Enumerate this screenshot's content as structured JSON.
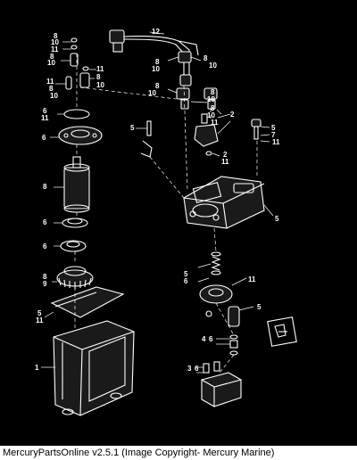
{
  "caption": "MercuryPartsOnline v2.5.1 (Image Copyright- Mercury Marine)",
  "callouts": [
    "1",
    "2",
    "3",
    "4",
    "5",
    "6",
    "7",
    "8",
    "9",
    "10",
    "11",
    "12"
  ],
  "labels": [
    {
      "id": "l12",
      "text": "12"
    },
    {
      "id": "l8a",
      "text": "8"
    },
    {
      "id": "l10a",
      "text": "10"
    },
    {
      "id": "l11a",
      "text": "11"
    },
    {
      "id": "l8b",
      "text": "8"
    },
    {
      "id": "l10b",
      "text": "10"
    },
    {
      "id": "l11b",
      "text": "11"
    },
    {
      "id": "l8c",
      "text": "8"
    },
    {
      "id": "l10c",
      "text": "10"
    },
    {
      "id": "l11c",
      "text": "11"
    },
    {
      "id": "l8d",
      "text": "8"
    },
    {
      "id": "l10d",
      "text": "10"
    },
    {
      "id": "l6a",
      "text": "6"
    },
    {
      "id": "l11d",
      "text": "11"
    },
    {
      "id": "l6b",
      "text": "6"
    },
    {
      "id": "l8e",
      "text": "8"
    },
    {
      "id": "l10e",
      "text": "10"
    },
    {
      "id": "l8f",
      "text": "8"
    },
    {
      "id": "l10f",
      "text": "10"
    },
    {
      "id": "l8g",
      "text": "8"
    },
    {
      "id": "l10g",
      "text": "10"
    },
    {
      "id": "l8h",
      "text": "8"
    },
    {
      "id": "l10h",
      "text": "10"
    },
    {
      "id": "l8i",
      "text": "8"
    },
    {
      "id": "l10i",
      "text": "10"
    },
    {
      "id": "l11e",
      "text": "11"
    },
    {
      "id": "l2a",
      "text": "2"
    },
    {
      "id": "l5a",
      "text": "5"
    },
    {
      "id": "l5b",
      "text": "5"
    },
    {
      "id": "l7a",
      "text": "7"
    },
    {
      "id": "l11f",
      "text": "11"
    },
    {
      "id": "l2b",
      "text": "2"
    },
    {
      "id": "l11g",
      "text": "11"
    },
    {
      "id": "l8j",
      "text": "8"
    },
    {
      "id": "l5c",
      "text": "5"
    },
    {
      "id": "l6c",
      "text": "6"
    },
    {
      "id": "l6d",
      "text": "6"
    },
    {
      "id": "l8k",
      "text": "8"
    },
    {
      "id": "l9a",
      "text": "9"
    },
    {
      "id": "l5d",
      "text": "5"
    },
    {
      "id": "l6e",
      "text": "6"
    },
    {
      "id": "l11h",
      "text": "11"
    },
    {
      "id": "l5e",
      "text": "5"
    },
    {
      "id": "l11i",
      "text": "11"
    },
    {
      "id": "l5f",
      "text": "5"
    },
    {
      "id": "l4a",
      "text": "4"
    },
    {
      "id": "l6f",
      "text": "6"
    },
    {
      "id": "l1a",
      "text": "1"
    },
    {
      "id": "l3a",
      "text": "3"
    },
    {
      "id": "l6g",
      "text": "6"
    }
  ]
}
